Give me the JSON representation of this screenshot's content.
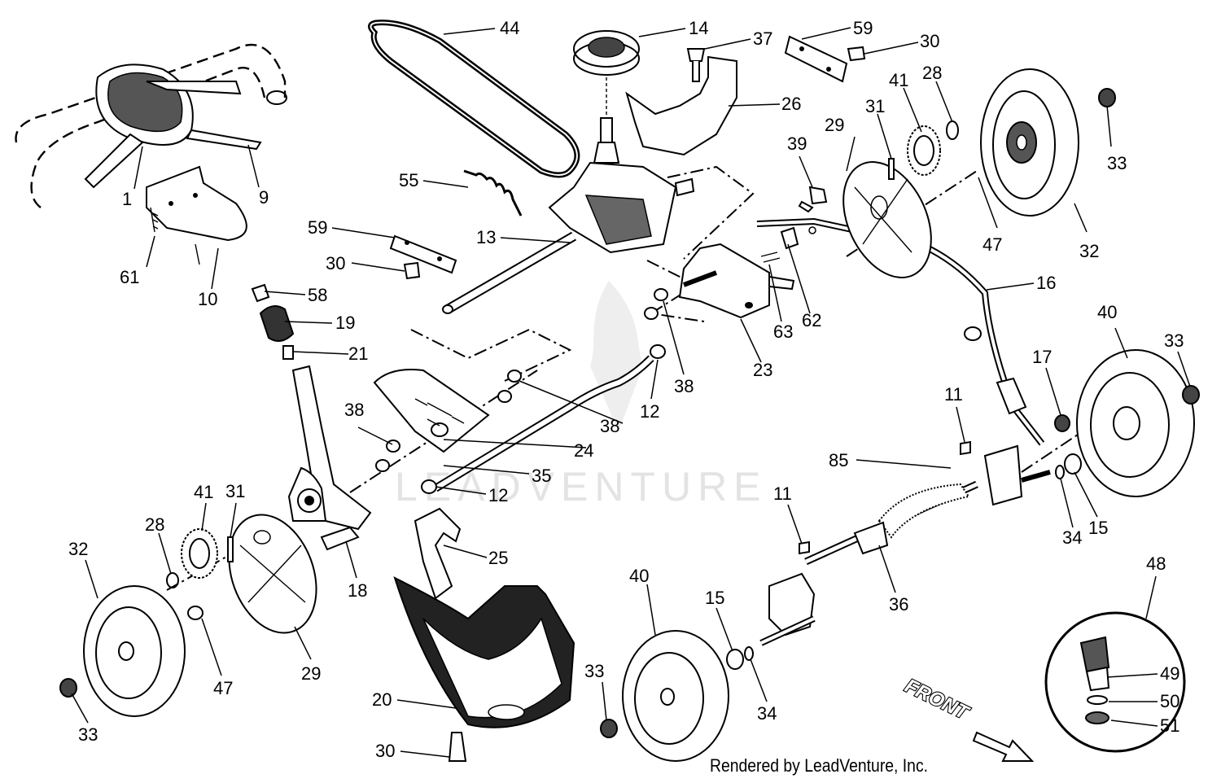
{
  "credit": "Rendered by LeadVenture, Inc.",
  "watermark": "LEADVENTURE",
  "direction_label": "FRONT",
  "callouts": [
    {
      "id": "c1",
      "text": "1"
    },
    {
      "id": "c9",
      "text": "9"
    },
    {
      "id": "c10",
      "text": "10"
    },
    {
      "id": "c61",
      "text": "61"
    },
    {
      "id": "c44",
      "text": "44"
    },
    {
      "id": "c14",
      "text": "14"
    },
    {
      "id": "c37",
      "text": "37"
    },
    {
      "id": "c59a",
      "text": "59"
    },
    {
      "id": "c30a",
      "text": "30"
    },
    {
      "id": "c41a",
      "text": "41"
    },
    {
      "id": "c28a",
      "text": "28"
    },
    {
      "id": "c26",
      "text": "26"
    },
    {
      "id": "c31a",
      "text": "31"
    },
    {
      "id": "c29a",
      "text": "29"
    },
    {
      "id": "c39",
      "text": "39"
    },
    {
      "id": "c33a",
      "text": "33"
    },
    {
      "id": "c47a",
      "text": "47"
    },
    {
      "id": "c32a",
      "text": "32"
    },
    {
      "id": "c55",
      "text": "55"
    },
    {
      "id": "c59b",
      "text": "59"
    },
    {
      "id": "c13",
      "text": "13"
    },
    {
      "id": "c30b",
      "text": "30"
    },
    {
      "id": "c58",
      "text": "58"
    },
    {
      "id": "c19",
      "text": "19"
    },
    {
      "id": "c21",
      "text": "21"
    },
    {
      "id": "c16",
      "text": "16"
    },
    {
      "id": "c63",
      "text": "63"
    },
    {
      "id": "c62",
      "text": "62"
    },
    {
      "id": "c23",
      "text": "23"
    },
    {
      "id": "c38a",
      "text": "38"
    },
    {
      "id": "c40a",
      "text": "40"
    },
    {
      "id": "c33b",
      "text": "33"
    },
    {
      "id": "c17",
      "text": "17"
    },
    {
      "id": "c12a",
      "text": "12"
    },
    {
      "id": "c38b",
      "text": "38"
    },
    {
      "id": "c38c",
      "text": "38"
    },
    {
      "id": "c24",
      "text": "24"
    },
    {
      "id": "c11a",
      "text": "11"
    },
    {
      "id": "c35",
      "text": "35"
    },
    {
      "id": "c12b",
      "text": "12"
    },
    {
      "id": "c85",
      "text": "85"
    },
    {
      "id": "c41b",
      "text": "41"
    },
    {
      "id": "c31b",
      "text": "31"
    },
    {
      "id": "c28b",
      "text": "28"
    },
    {
      "id": "c32b",
      "text": "32"
    },
    {
      "id": "c11b",
      "text": "11"
    },
    {
      "id": "c34a",
      "text": "34"
    },
    {
      "id": "c15a",
      "text": "15"
    },
    {
      "id": "c25",
      "text": "25"
    },
    {
      "id": "c18",
      "text": "18"
    },
    {
      "id": "c48",
      "text": "48"
    },
    {
      "id": "c40b",
      "text": "40"
    },
    {
      "id": "c15b",
      "text": "15"
    },
    {
      "id": "c36",
      "text": "36"
    },
    {
      "id": "c47b",
      "text": "47"
    },
    {
      "id": "c29b",
      "text": "29"
    },
    {
      "id": "c33c",
      "text": "33"
    },
    {
      "id": "c20",
      "text": "20"
    },
    {
      "id": "c34b",
      "text": "34"
    },
    {
      "id": "c49",
      "text": "49"
    },
    {
      "id": "c50",
      "text": "50"
    },
    {
      "id": "c51",
      "text": "51"
    },
    {
      "id": "c33d",
      "text": "33"
    },
    {
      "id": "c30c",
      "text": "30"
    }
  ]
}
